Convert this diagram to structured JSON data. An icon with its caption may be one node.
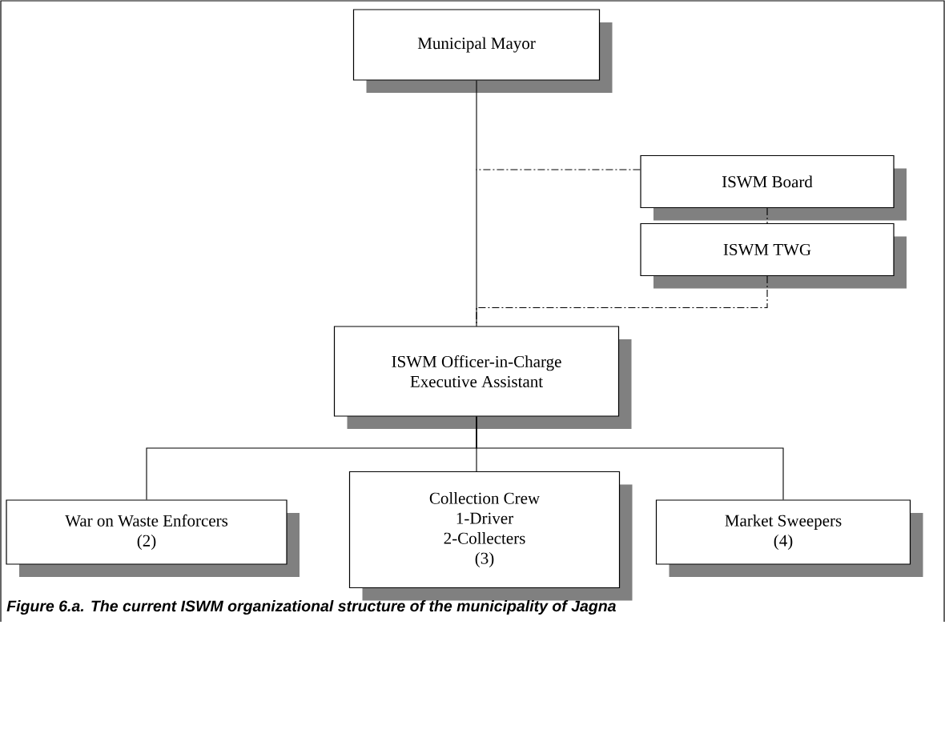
{
  "diagram": {
    "caption": "Figure 6.a. The current ISWM organizational structure of the municipality of Jagna",
    "nodes": [
      {
        "text": [
          "Municipal Mayor"
        ]
      },
      {
        "text": [
          "ISWM Board"
        ]
      },
      {
        "text": [
          "ISWM TWG"
        ]
      },
      {
        "text": [
          "ISWM Officer-in-Charge",
          "Executive Assistant"
        ]
      },
      {
        "text": [
          "War on Waste Enforcers",
          "(2)"
        ]
      },
      {
        "text": [
          "Collection Crew",
          "1-Driver",
          "2-Collecters",
          "(3)"
        ]
      },
      {
        "text": [
          "Market Sweepers",
          "(4)"
        ]
      }
    ],
    "edges": [
      {
        "from": 0,
        "to": 3,
        "arrow": "none"
      },
      {
        "from": 1,
        "to": null,
        "arrow": "none",
        "style": "dashed"
      },
      {
        "from": 1,
        "to": 2,
        "arrow": "none",
        "style": "dashed"
      },
      {
        "from": 2,
        "to": 3,
        "arrow": "none",
        "style": "dashed"
      },
      {
        "from": 3,
        "to": 4,
        "arrow": "none"
      },
      {
        "from": 3,
        "to": 5,
        "arrow": "none"
      },
      {
        "from": 3,
        "to": 6,
        "arrow": "none"
      }
    ]
  }
}
